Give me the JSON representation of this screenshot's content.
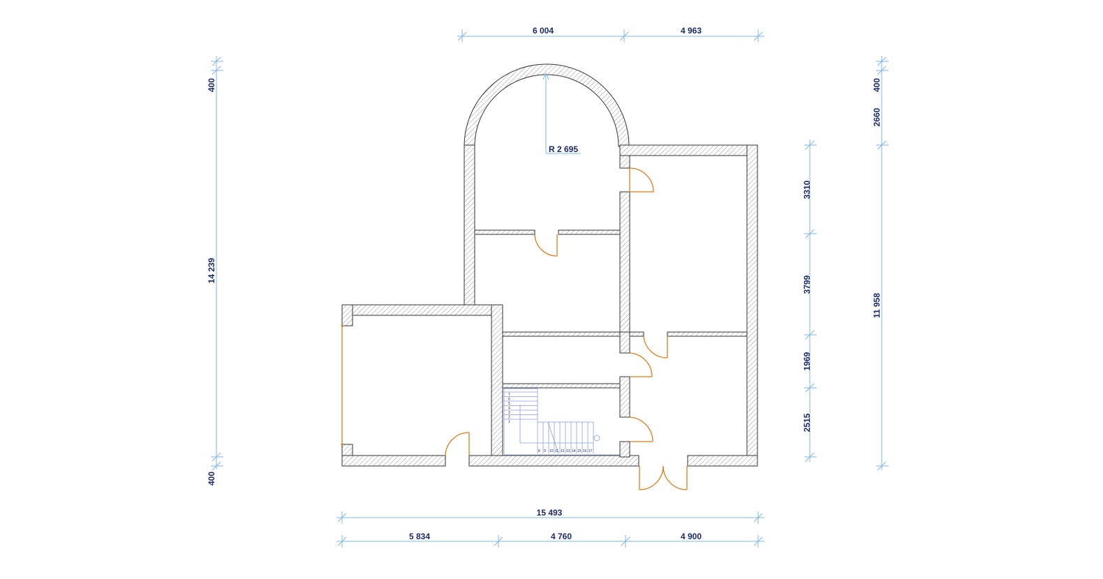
{
  "colors": {
    "dimension": "#7fb7e8",
    "dimension_text": "#1a2a6e",
    "wall_stroke": "#333333",
    "wall_hatch": "#999999",
    "door": "#e07b1a",
    "stair": "#8a9be0"
  },
  "dimensions": {
    "top_left": "6 004",
    "top_right": "4 963",
    "radius": "R 2 695",
    "left_top": "400",
    "left_total": "14 239",
    "left_bottom": "400",
    "right_a": "3310",
    "right_b": "3799",
    "right_c": "1969",
    "right_d": "2515",
    "far_right_top": "400",
    "far_right_b": "2660",
    "far_right_total": "11 958",
    "bottom_total": "15 493",
    "bottom_a": "5 834",
    "bottom_b": "4 760",
    "bottom_c": "4 900"
  },
  "stair_numbers": [
    "1",
    "2",
    "3",
    "4",
    "5",
    "6",
    "7",
    "8",
    "9",
    "10",
    "11",
    "12",
    "13",
    "14",
    "15",
    "16",
    "17"
  ]
}
